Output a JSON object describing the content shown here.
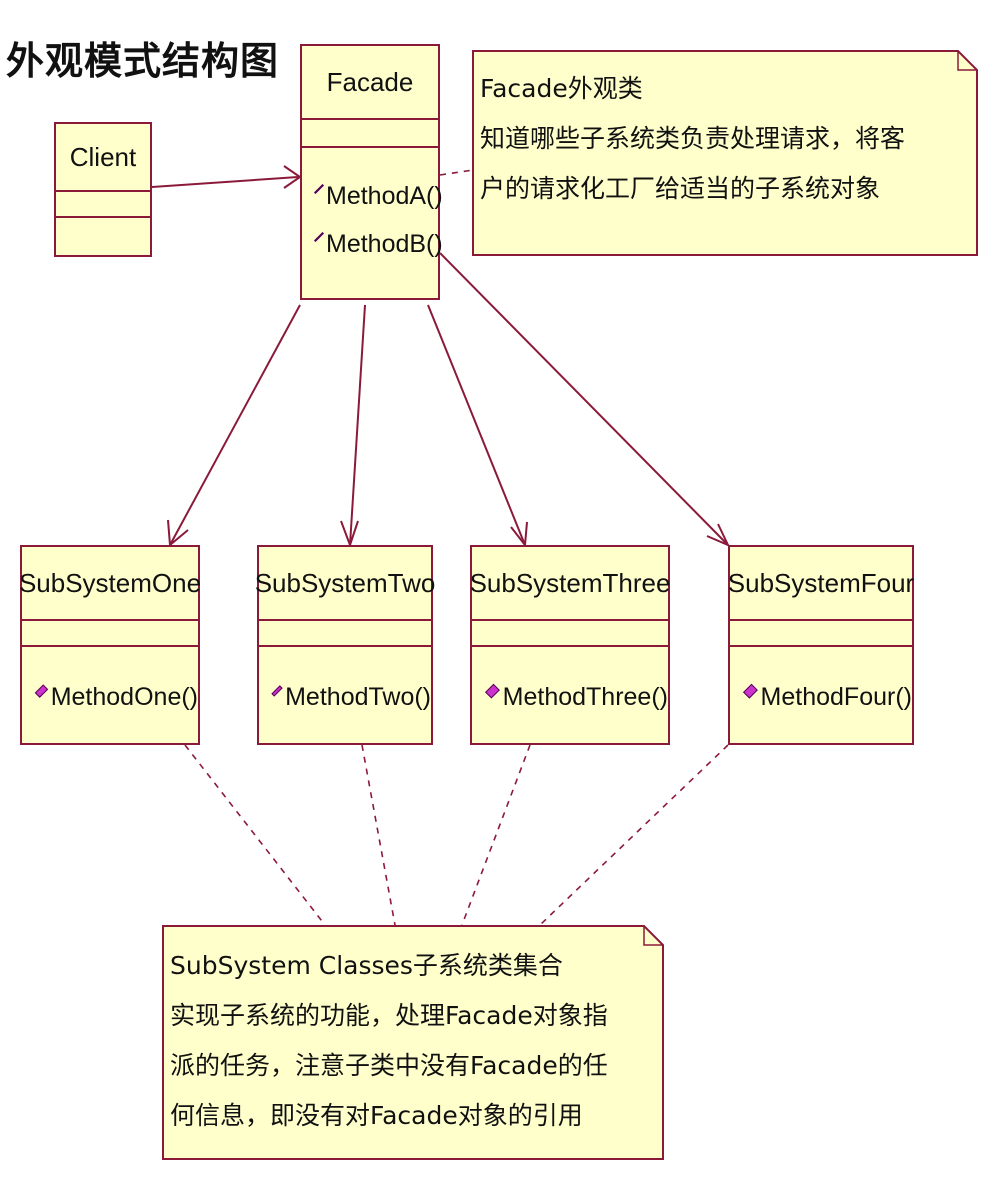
{
  "title": "外观模式结构图",
  "classes": {
    "client": {
      "name": "Client",
      "methods": []
    },
    "facade": {
      "name": "Facade",
      "methods": [
        "MethodA()",
        "MethodB()"
      ]
    },
    "subsystem_one": {
      "name": "SubSystemOne",
      "methods": [
        "MethodOne()"
      ]
    },
    "subsystem_two": {
      "name": "SubSystemTwo",
      "methods": [
        "MethodTwo()"
      ]
    },
    "subsystem_three": {
      "name": "SubSystemThree",
      "methods": [
        "MethodThree()"
      ]
    },
    "subsystem_four": {
      "name": "SubSystemFour",
      "methods": [
        "MethodFour()"
      ]
    }
  },
  "notes": {
    "facade_note": {
      "lines": [
        "Facade外观类",
        "知道哪些子系统类负责处理请求，将客",
        "户的请求化工厂给适当的子系统对象"
      ]
    },
    "subsystem_note": {
      "lines": [
        "SubSystem Classes子系统类集合",
        "实现子系统的功能，处理Facade对象指",
        "派的任务，注意子类中没有Facade的任",
        "何信息，即没有对Facade对象的引用"
      ]
    }
  },
  "colors": {
    "box_fill": "#ffffcc",
    "box_border": "#8b1a3a",
    "method_icon": "#cc33cc"
  }
}
